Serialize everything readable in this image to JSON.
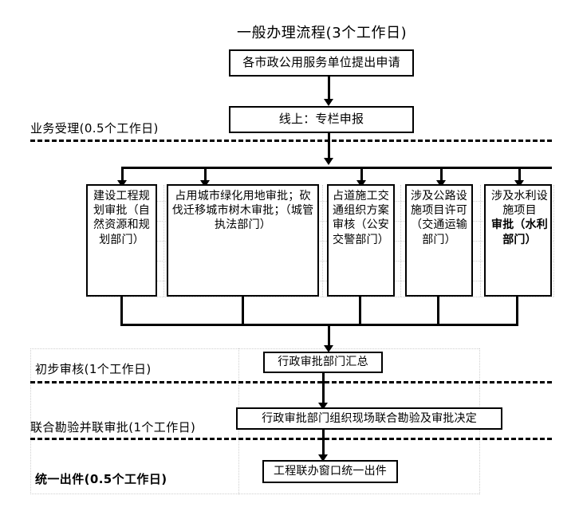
{
  "title": "一般办理流程(3个工作日)",
  "nodes": {
    "apply": "各市政公用服务单位提出申请",
    "online": "线上：专栏申报",
    "parallel": [
      {
        "id": "planning",
        "text": "建设工程规划审批（自然资源和规划部门）"
      },
      {
        "id": "greening",
        "text": "占用城市绿化用地审批；砍伐迁移城市树木审批；（城管执法部门）"
      },
      {
        "id": "traffic",
        "text": "占道施工交通组织方案审核（公安交警部门）"
      },
      {
        "id": "highway",
        "text": "涉及公路设施项目许可（交通运输部门）"
      },
      {
        "id": "water",
        "text": "涉及水利设施项目",
        "bold_text": "审批（水利部门）"
      }
    ],
    "summary": "行政审批部门汇总",
    "joint_survey": "行政审批部门组织现场联合勘验及审批决定",
    "issue": "工程联办窗口统一出件"
  },
  "phases": [
    {
      "id": "acceptance",
      "label": "业务受理(0.5个工作日)",
      "bold": false
    },
    {
      "id": "initial-review",
      "label": "初步审核(1个工作日)",
      "bold": false
    },
    {
      "id": "joint-approval",
      "label": "联合勘验并联审批(1个工作日)",
      "bold": false
    },
    {
      "id": "unified-issue",
      "label": "统一出件(0.5个工作日)",
      "bold": true
    }
  ],
  "colors": {
    "stroke": "#000000",
    "background": "#ffffff",
    "grid": "#cfcfcf"
  }
}
